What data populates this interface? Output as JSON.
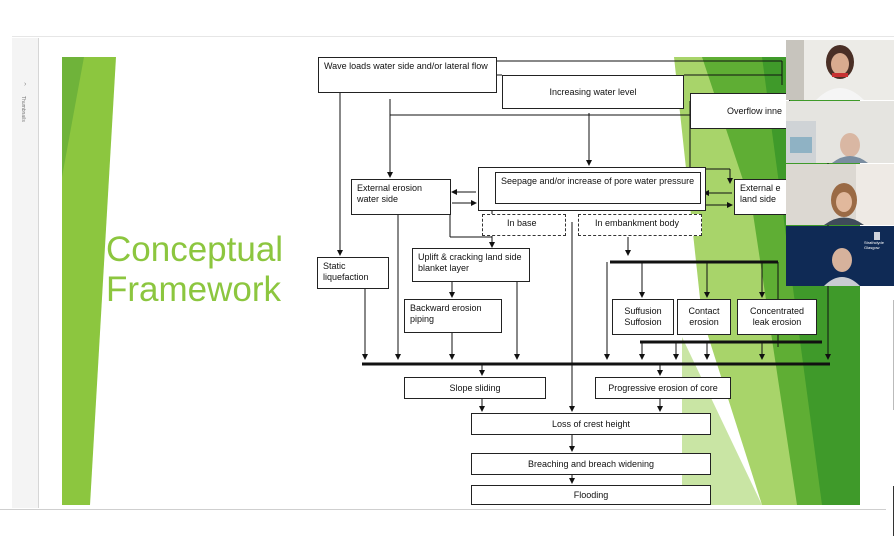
{
  "app": {
    "thumbnails_label": "Thumbnails",
    "collapse_glyph": "›"
  },
  "slide": {
    "title_line1": "Conceptual",
    "title_line2": "Framework",
    "boxes": {
      "wave_loads": "Wave loads water side and/or lateral flow",
      "increasing_water": "Increasing water level",
      "overflow": "Overflow inne",
      "seepage": "Seepage and/or increase of pore water pressure",
      "ext_erosion_water": "External erosion water side",
      "ext_erosion_land": "External e land side",
      "in_base": "In base",
      "in_embankment": "In embankment body",
      "static_liq": "Static liquefaction",
      "uplift": "Uplift & cracking land side blanket layer",
      "backward": "Backward erosion piping",
      "suffusion": "Suffusion Suffosion",
      "contact": "Contact erosion",
      "concentrated": "Concentrated leak erosion",
      "slope": "Slope sliding",
      "progressive": "Progressive erosion of core",
      "loss_crest": "Loss of crest height",
      "breaching": "Breaching and breach widening",
      "flooding": "Flooding"
    }
  },
  "participants": [
    {
      "name_icon": "participant-1-video"
    },
    {
      "name_icon": "participant-2-video"
    },
    {
      "name_icon": "participant-3-video"
    },
    {
      "name_icon": "participant-4-video",
      "badge": "Strathclyde Glasgow"
    }
  ],
  "colors": {
    "accent_green": "#8cc63f",
    "dark_green": "#3f9a2a",
    "light_green": "#a8d46a"
  }
}
